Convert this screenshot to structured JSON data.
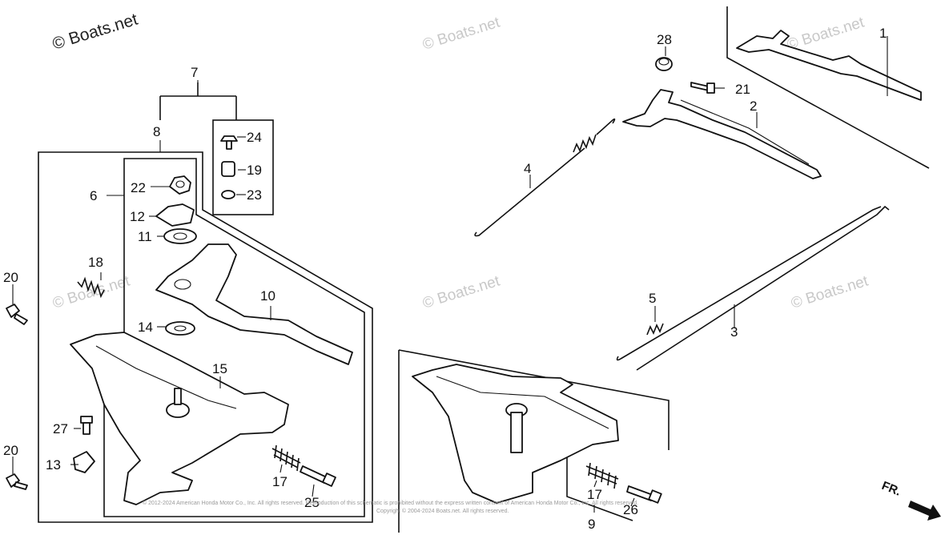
{
  "watermark": {
    "main": "© Boats.net",
    "repeat": "© Boats.net"
  },
  "copyright_line_1": "© 2012-2024 American Honda Motor Co., Inc. All rights reserved. Reproduction of this schematic is prohibited without the express written consent of American Honda Motor Co., Inc. All rights reserved.",
  "copyright_line_2": "Copyright © 2004-2024 Boats.net. All rights reserved.",
  "direction_label": "FR.",
  "callouts": {
    "n1": "1",
    "n2": "2",
    "n3": "3",
    "n4": "4",
    "n5": "5",
    "n6": "6",
    "n7": "7",
    "n8": "8",
    "n9": "9",
    "n10": "10",
    "n11": "11",
    "n12": "12",
    "n13": "13",
    "n14": "14",
    "n15": "15",
    "n17a": "17",
    "n17b": "17",
    "n18": "18",
    "n19": "19",
    "n20a": "20",
    "n20b": "20",
    "n21": "21",
    "n22": "22",
    "n23": "23",
    "n24": "24",
    "n25": "25",
    "n26": "26",
    "n27": "27",
    "n28": "28"
  }
}
